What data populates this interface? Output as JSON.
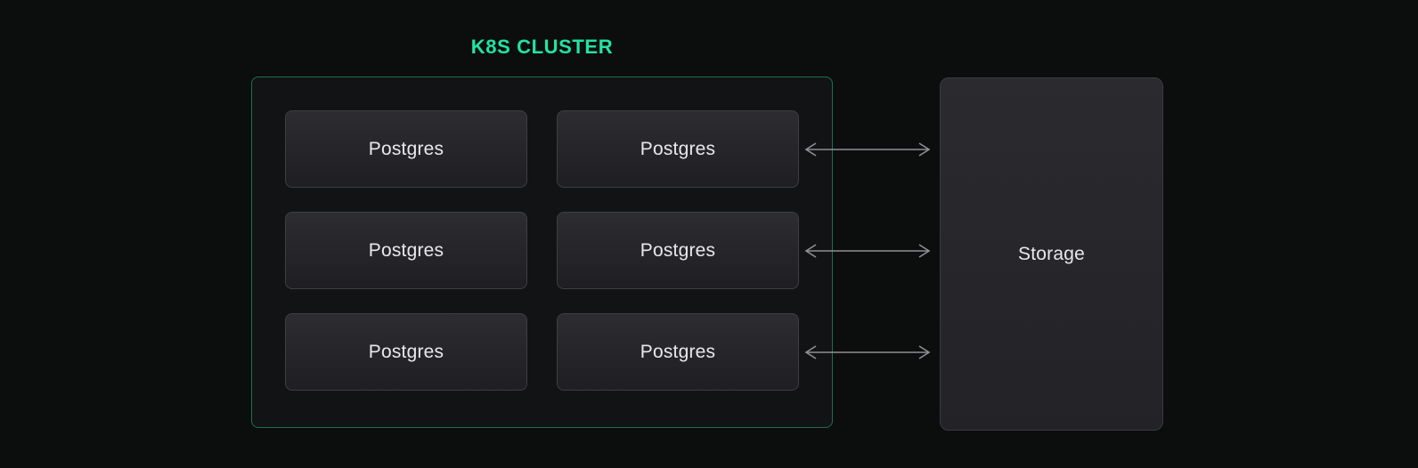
{
  "diagram": {
    "title": "K8S CLUSTER",
    "cluster": {
      "nodes": [
        {
          "label": "Postgres"
        },
        {
          "label": "Postgres"
        },
        {
          "label": "Postgres"
        },
        {
          "label": "Postgres"
        },
        {
          "label": "Postgres"
        },
        {
          "label": "Postgres"
        }
      ]
    },
    "storage": {
      "label": "Storage"
    },
    "connections": [
      {
        "from": "Postgres (row 1, right column)",
        "to": "Storage",
        "type": "bidirectional-arrow"
      },
      {
        "from": "Postgres (row 2, right column)",
        "to": "Storage",
        "type": "bidirectional-arrow"
      },
      {
        "from": "Postgres (row 3, right column)",
        "to": "Storage",
        "type": "bidirectional-arrow"
      }
    ],
    "colors": {
      "background": "#0c0d0d",
      "accent_green": "#21e4a2",
      "cluster_border": "#2a7a5c",
      "node_fill_top": "#2d2d31",
      "node_fill_bottom": "#1f1f23",
      "node_border": "#3e3e43",
      "text": "#e9e9ec",
      "arrow": "#909095"
    }
  }
}
